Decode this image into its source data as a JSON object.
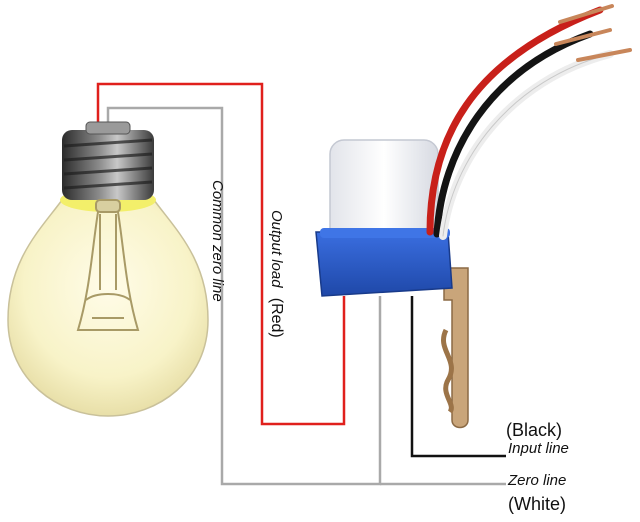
{
  "labels": {
    "common_zero_line": "Common zero line",
    "output_load": "Output load",
    "output_load_color": "(Red)",
    "input_color": "(Black)",
    "input_line": "Input line",
    "zero_line": "Zero line",
    "zero_color": "(White)"
  },
  "colors": {
    "red_wire": "#e0201c",
    "gray_wire": "#a9a9a9",
    "black_wire": "#111111",
    "switch_blue": "#2a5cc8",
    "bulb_glass": "#fbf8d8",
    "bulb_glow": "#f3ef6a"
  }
}
